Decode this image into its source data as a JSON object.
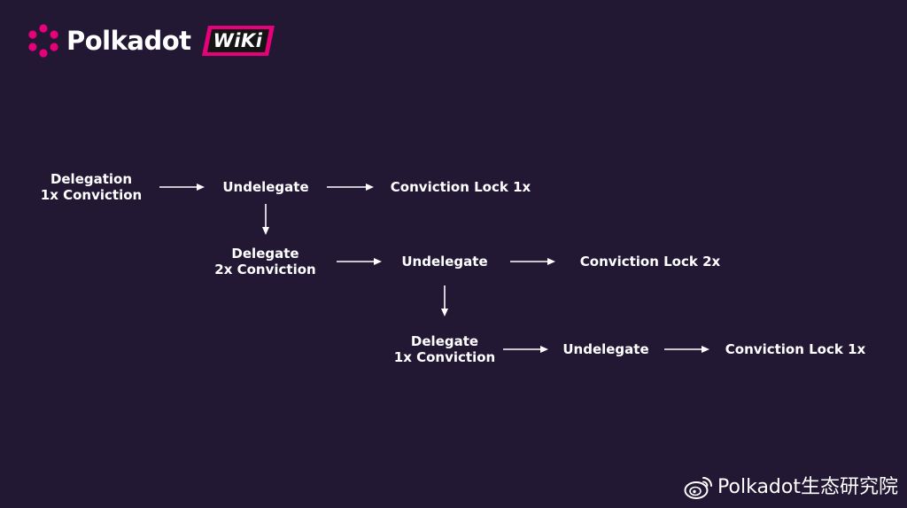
{
  "brand": {
    "name": "Polkadot",
    "badge": "WiKi",
    "accent_color": "#e6007a",
    "background_color": "#221834"
  },
  "diagram": {
    "nodes": {
      "delegation_1x": [
        "Delegation",
        "1x Conviction"
      ],
      "undelegate_1": "Undelegate",
      "lock_1x_top": "Conviction Lock 1x",
      "delegate_2x": [
        "Delegate",
        "2x Conviction"
      ],
      "undelegate_2": "Undelegate",
      "lock_2x": "Conviction Lock 2x",
      "delegate_1x": [
        "Delegate",
        "1x Conviction"
      ],
      "undelegate_3": "Undelegate",
      "lock_1x_bottom": "Conviction Lock 1x"
    },
    "edges": [
      [
        "delegation_1x",
        "undelegate_1"
      ],
      [
        "undelegate_1",
        "lock_1x_top"
      ],
      [
        "undelegate_1",
        "delegate_2x"
      ],
      [
        "delegate_2x",
        "undelegate_2"
      ],
      [
        "undelegate_2",
        "lock_2x"
      ],
      [
        "undelegate_2",
        "delegate_1x"
      ],
      [
        "delegate_1x",
        "undelegate_3"
      ],
      [
        "undelegate_3",
        "lock_1x_bottom"
      ]
    ]
  },
  "watermark": {
    "icon": "weibo-icon",
    "text": "Polkadot生态研究院"
  }
}
